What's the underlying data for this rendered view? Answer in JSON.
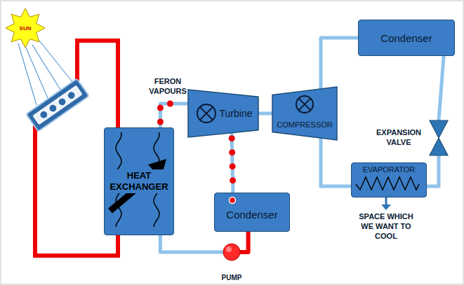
{
  "diagram": {
    "nodes": [
      {
        "text": [
          "SUN"
        ]
      },
      {
        "text": [
          "HEAT EXCHANGER"
        ]
      },
      {
        "text": [
          "Turbine"
        ]
      },
      {
        "text": [
          "COMPRESSOR"
        ]
      },
      {
        "text": [
          "Condenser"
        ]
      },
      {
        "text": [
          "EXPANSION VALVE"
        ]
      },
      {
        "text": [
          "EVAPORATOR"
        ]
      },
      {
        "text": [
          "Condenser"
        ]
      },
      {
        "text": [
          "PUMP"
        ]
      }
    ],
    "edges": [
      {
        "from": 1,
        "to": 2,
        "arrow": "none"
      },
      {
        "from": 2,
        "to": 7,
        "arrow": "none"
      },
      {
        "from": 7,
        "to": 8,
        "arrow": "none"
      },
      {
        "from": 8,
        "to": 1,
        "arrow": "none"
      },
      {
        "from": 2,
        "to": 3,
        "arrow": "none"
      },
      {
        "from": 3,
        "to": 4,
        "arrow": "none"
      },
      {
        "from": 4,
        "to": 5,
        "arrow": "none"
      },
      {
        "from": 5,
        "to": 6,
        "arrow": "none"
      },
      {
        "from": 6,
        "to": 3,
        "arrow": "none"
      }
    ],
    "labels": [
      "FERON VAPOURS",
      "SPACE WHICH WE WANT TO COOL"
    ]
  }
}
